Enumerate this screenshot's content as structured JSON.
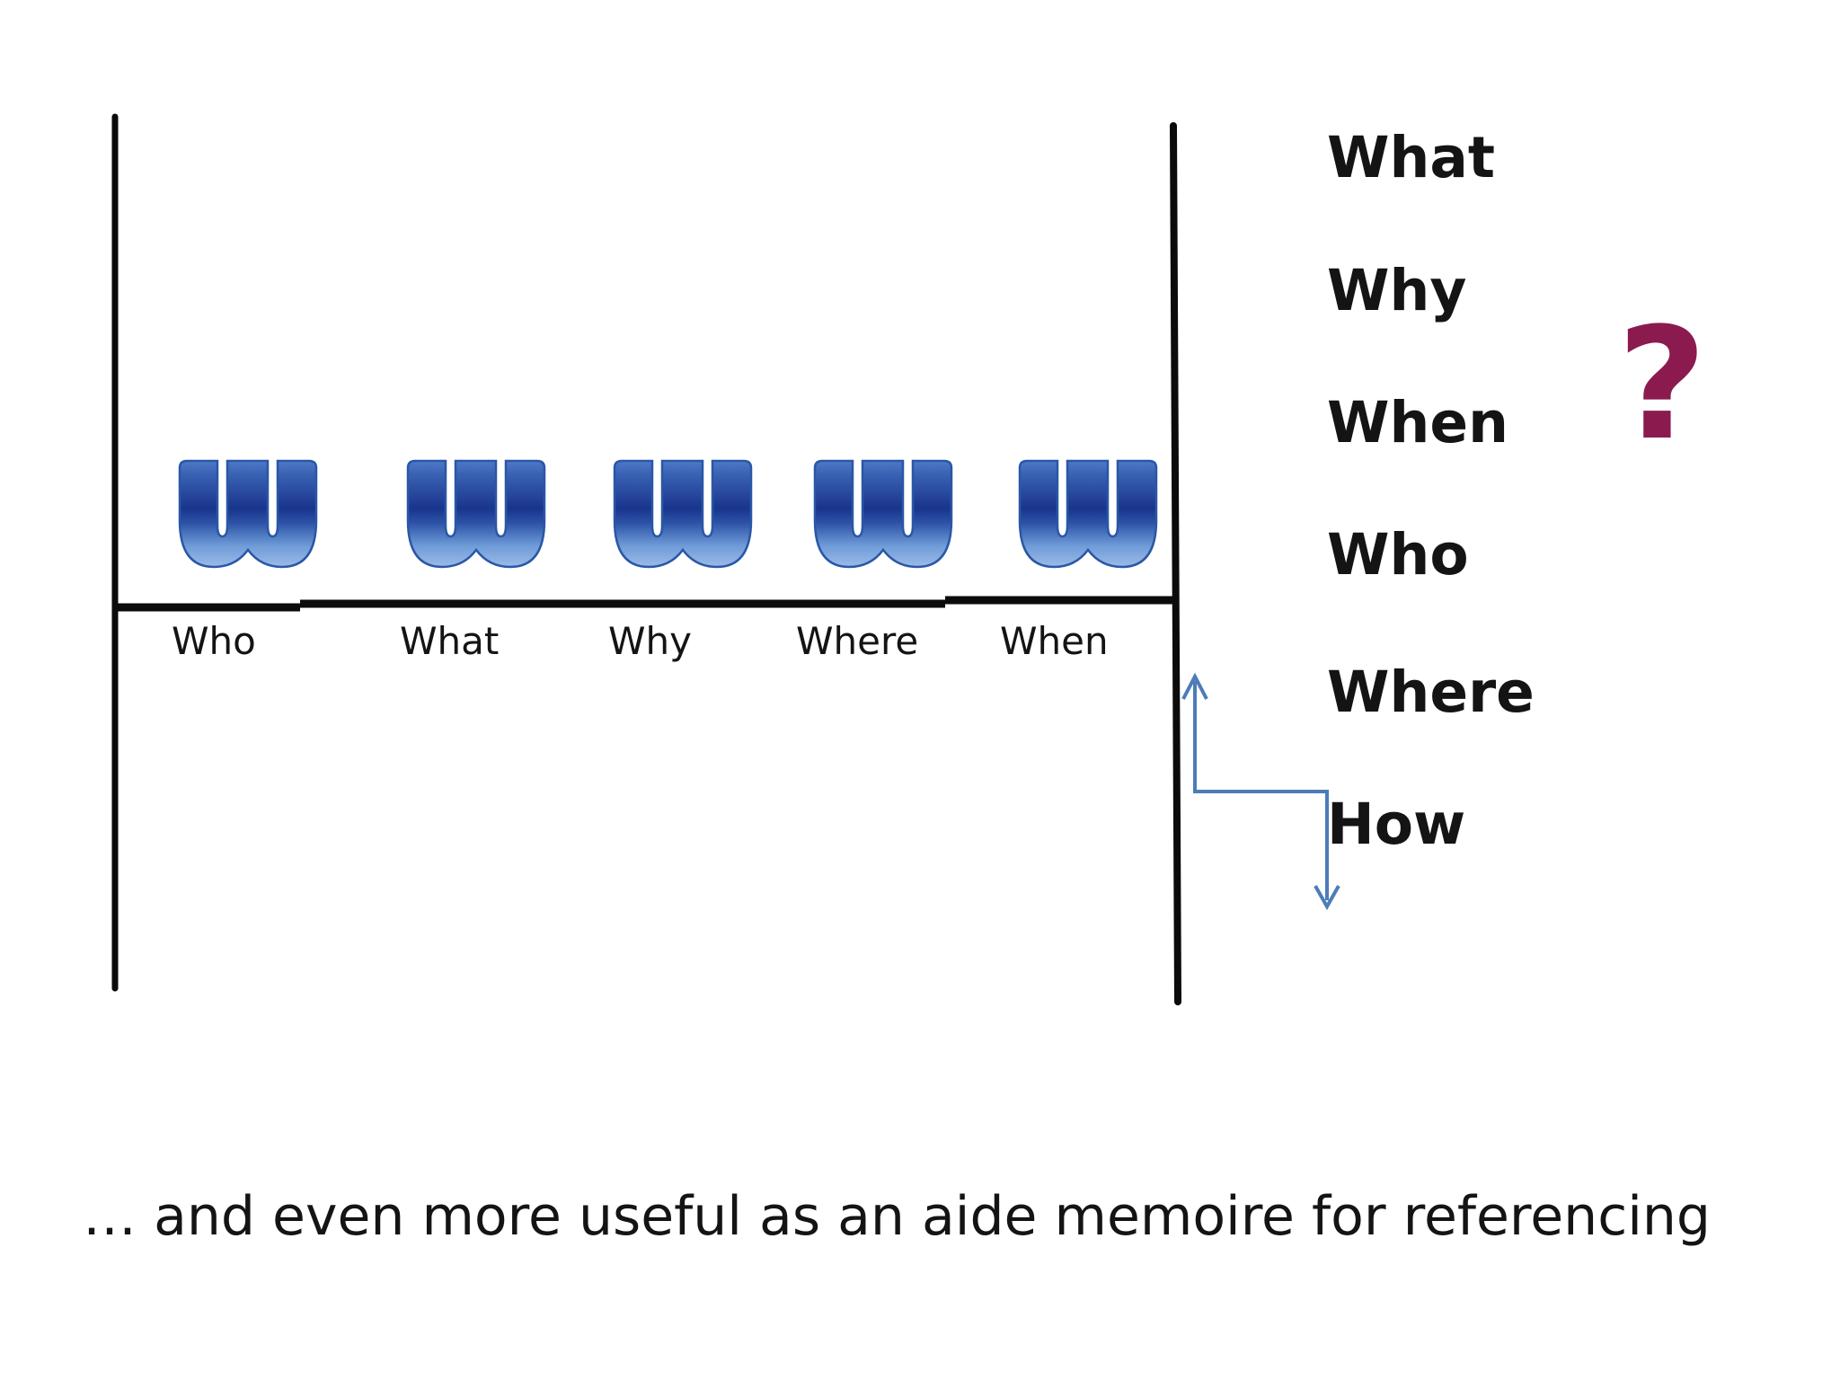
{
  "colors": {
    "ink": "#141414",
    "line": "#0b0b0b",
    "arrow": "#4d7cb8",
    "question": "#8b1b4f",
    "wTop": "#4f7ac7",
    "wUpper": "#3a63b4",
    "wMid": "#19348d",
    "wLower": "#2b51a5",
    "wBottomLight": "#6e9bd8",
    "wBottom": "#9cbbe8",
    "wOutline": "#2a57a6"
  },
  "timeline": {
    "labels": [
      "Who",
      "What",
      "Why",
      "Where",
      "When"
    ],
    "w_icon": "blue-gradient-w-letter",
    "w_icon_count": 5
  },
  "right_list": {
    "items": [
      "What",
      "Why",
      "When",
      "Who",
      "Where",
      "How"
    ],
    "question_mark": "?"
  },
  "caption": "… and even more useful as an aide memoire for referencing"
}
